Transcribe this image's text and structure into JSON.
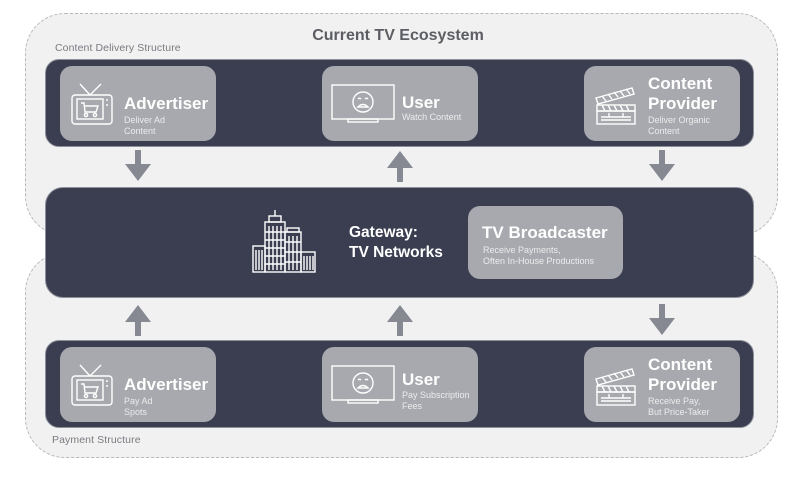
{
  "title": "Current TV Ecosystem",
  "regions": {
    "delivery_label": "Content Delivery Structure",
    "payment_label": "Payment Structure"
  },
  "delivery_row": {
    "advertiser": {
      "name": "Advertiser",
      "sub_line1": "Deliver Ad",
      "sub_line2": "Content",
      "icon": "tv-cart-icon"
    },
    "user": {
      "name": "User",
      "sub_line1": "Watch Content",
      "sub_line2": "",
      "icon": "monitor-face-icon"
    },
    "provider": {
      "name_line1": "Content",
      "name_line2": "Provider",
      "sub_line1": "Deliver Organic",
      "sub_line2": "Content",
      "icon": "clapperboard-icon"
    }
  },
  "gateway": {
    "title_line1": "Gateway:",
    "title_line2": "TV Networks",
    "icon": "building-icon",
    "broadcaster": {
      "name": "TV Broadcaster",
      "sub_line1": "Receive Payments,",
      "sub_line2": "Often In-House Productions"
    }
  },
  "payment_row": {
    "advertiser": {
      "name": "Advertiser",
      "sub_line1": "Pay Ad",
      "sub_line2": "Spots",
      "icon": "tv-cart-icon"
    },
    "user": {
      "name": "User",
      "sub_line1": "Pay Subscription",
      "sub_line2": "Fees",
      "icon": "monitor-face-icon"
    },
    "provider": {
      "name_line1": "Content",
      "name_line2": "Provider",
      "sub_line1": "Receive Pay,",
      "sub_line2": "But Price-Taker",
      "icon": "clapperboard-icon"
    }
  },
  "arrows": {
    "top_left": "down",
    "top_middle": "up",
    "top_right": "down",
    "bottom_left": "up",
    "bottom_middle": "up",
    "bottom_right": "down"
  },
  "colors": {
    "band": "#3a3e50",
    "card": "#a8a9ae",
    "arrow": "#868892",
    "region": "#f1f1f2"
  }
}
